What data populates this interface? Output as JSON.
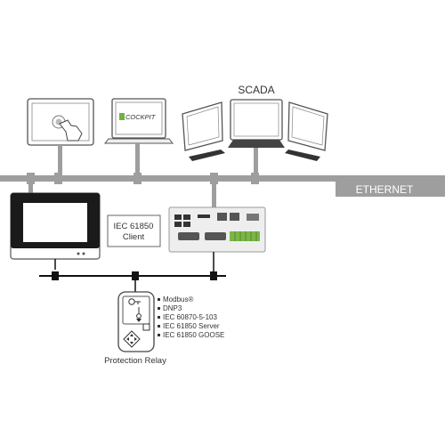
{
  "labels": {
    "scada": "SCADA",
    "ethernet": "ETHERNET",
    "client_line1": "IEC 61850",
    "client_line2": "Client",
    "cockpit_logo": "COCKPIT",
    "relay_title": "Protection Relay"
  },
  "protocols": [
    "Modbus®",
    "DNP3",
    "IEC 60870-5-103",
    "IEC 61850 Server",
    "IEC 61850 GOOSE"
  ],
  "colors": {
    "network_bar": "#9e9e9e",
    "ethernet_label_bg": "#9e9e9e",
    "ethernet_label_text": "#ffffff",
    "wire": "#111111",
    "device_outline": "#555555",
    "screen_black": "#1a1a1a",
    "terminal_green": "#7ab648",
    "cockpit_green": "#6db33f"
  },
  "icons": [
    "touch-hand-icon",
    "lock-icon",
    "power-icon",
    "navigation-arrows-icon"
  ]
}
